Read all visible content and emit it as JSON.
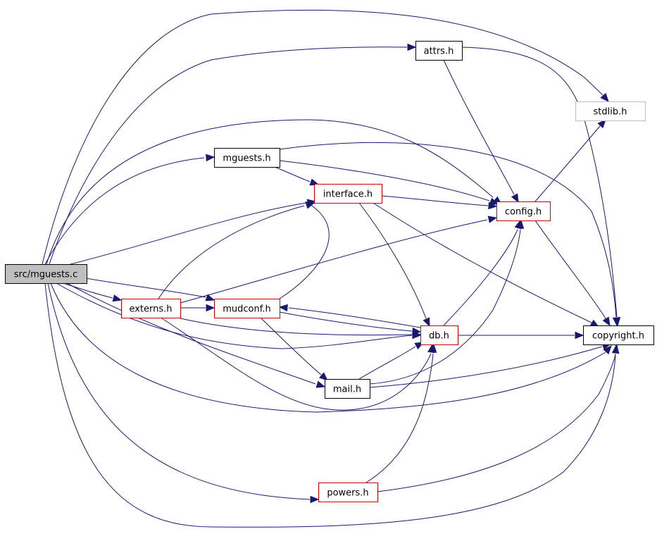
{
  "diagram": {
    "colors": {
      "edge": "#191970",
      "root_fill": "#bfbfbf",
      "root_border": "#000000",
      "documented_border": "#000000",
      "linked_border": "#cc0000",
      "external_border": "#bfbfbf",
      "background": "#ffffff"
    },
    "nodes": [
      {
        "id": "mguests_c",
        "label": "src/mguests.c",
        "kind": "root"
      },
      {
        "id": "attrs_h",
        "label": "attrs.h",
        "kind": "documented"
      },
      {
        "id": "stdlib_h",
        "label": "stdlib.h",
        "kind": "external"
      },
      {
        "id": "mguests_h",
        "label": "mguests.h",
        "kind": "documented"
      },
      {
        "id": "interface_h",
        "label": "interface.h",
        "kind": "linked"
      },
      {
        "id": "config_h",
        "label": "config.h",
        "kind": "linked"
      },
      {
        "id": "externs_h",
        "label": "externs.h",
        "kind": "linked"
      },
      {
        "id": "mudconf_h",
        "label": "mudconf.h",
        "kind": "linked"
      },
      {
        "id": "db_h",
        "label": "db.h",
        "kind": "linked"
      },
      {
        "id": "copyright_h",
        "label": "copyright.h",
        "kind": "documented"
      },
      {
        "id": "mail_h",
        "label": "mail.h",
        "kind": "documented"
      },
      {
        "id": "powers_h",
        "label": "powers.h",
        "kind": "linked"
      }
    ],
    "edges": [
      [
        "mguests_c",
        "attrs_h"
      ],
      [
        "mguests_c",
        "stdlib_h"
      ],
      [
        "mguests_c",
        "mguests_h"
      ],
      [
        "mguests_c",
        "config_h"
      ],
      [
        "mguests_c",
        "interface_h"
      ],
      [
        "mguests_c",
        "externs_h"
      ],
      [
        "mguests_c",
        "mudconf_h"
      ],
      [
        "mguests_c",
        "db_h"
      ],
      [
        "mguests_c",
        "mail_h"
      ],
      [
        "mguests_c",
        "copyright_h"
      ],
      [
        "mguests_c",
        "powers_h"
      ],
      [
        "attrs_h",
        "config_h"
      ],
      [
        "attrs_h",
        "copyright_h"
      ],
      [
        "mguests_h",
        "interface_h"
      ],
      [
        "mguests_h",
        "config_h"
      ],
      [
        "mguests_h",
        "copyright_h"
      ],
      [
        "interface_h",
        "config_h"
      ],
      [
        "interface_h",
        "db_h"
      ],
      [
        "interface_h",
        "copyright_h"
      ],
      [
        "config_h",
        "stdlib_h"
      ],
      [
        "config_h",
        "copyright_h"
      ],
      [
        "externs_h",
        "interface_h"
      ],
      [
        "externs_h",
        "config_h"
      ],
      [
        "externs_h",
        "mudconf_h"
      ],
      [
        "externs_h",
        "db_h"
      ],
      [
        "mudconf_h",
        "interface_h"
      ],
      [
        "mudconf_h",
        "db_h"
      ],
      [
        "mudconf_h",
        "mail_h"
      ],
      [
        "db_h",
        "config_h"
      ],
      [
        "db_h",
        "mudconf_h"
      ],
      [
        "db_h",
        "copyright_h"
      ],
      [
        "mail_h",
        "db_h"
      ],
      [
        "mail_h",
        "config_h"
      ],
      [
        "mail_h",
        "copyright_h"
      ],
      [
        "powers_h",
        "db_h"
      ],
      [
        "powers_h",
        "copyright_h"
      ]
    ]
  }
}
